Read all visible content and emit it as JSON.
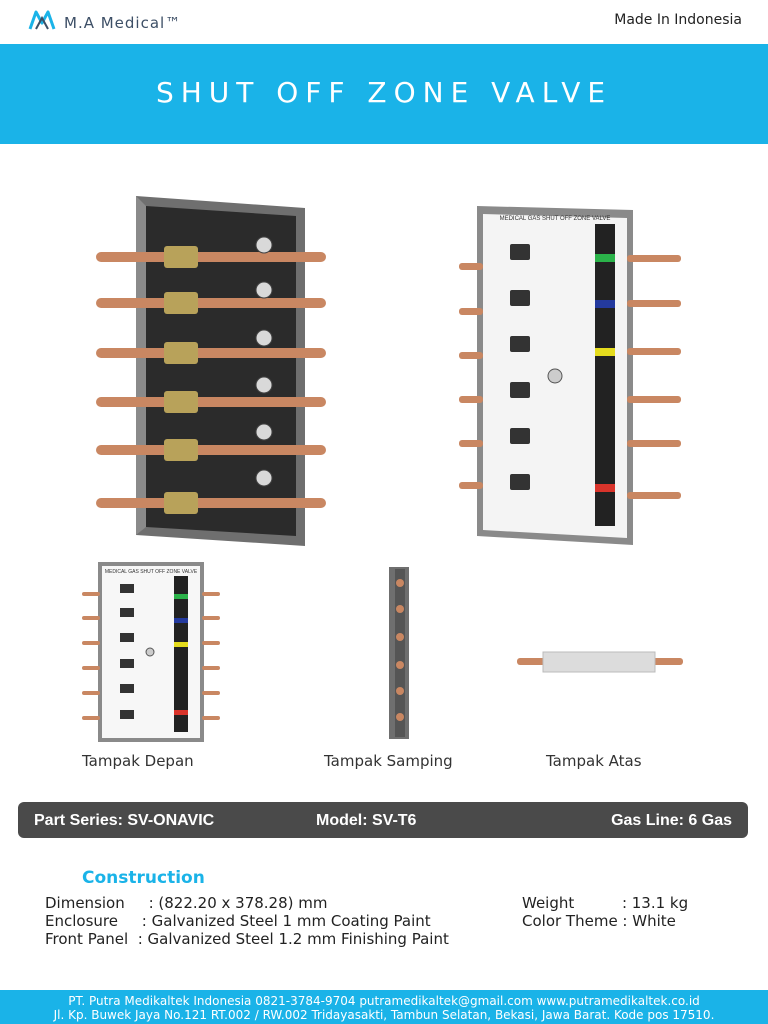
{
  "header": {
    "brand": "M.A Medical™",
    "made_in": "Made In Indonesia"
  },
  "banner": {
    "title": "SHUT OFF ZONE VALVE"
  },
  "product_images": {
    "front_panel_caption": "MEDICAL GAS SHUT OFF ZONE VALVE",
    "small_front_caption": "MEDICAL GAS SHUT OFF ZONE VALVE"
  },
  "views": {
    "front": "Tampak Depan",
    "side": "Tampak Samping",
    "top": "Tampak Atas"
  },
  "spec_bar": {
    "part_series": "Part Series: SV-ONAVIC",
    "model": "Model: SV-T6",
    "gas_line": "Gas Line: 6 Gas"
  },
  "construction": {
    "heading": "Construction",
    "dimension": "Dimension     : (822.20 x 378.28) mm",
    "enclosure": "Enclosure     : Galvanized Steel 1 mm Coating Paint",
    "front_panel": "Front Panel  : Galvanized Steel 1.2 mm Finishing Paint",
    "weight": "Weight          : 13.1 kg",
    "color_theme": "Color Theme : White"
  },
  "footer": {
    "line1": "PT. Putra Medikaltek Indonesia  0821-3784-9704  putramedikaltek@gmail.com  www.putramedikaltek.co.id",
    "line2": "Jl. Kp. Buwek Jaya No.121 RT.002 / RW.002 Tridayasakti, Tambun Selatan, Bekasi, Jawa Barat. Kode pos 17510."
  },
  "colors": {
    "accent": "#1ab3e8",
    "spec_bar": "#4a4a4a",
    "copper": "#c98762",
    "frame": "#6f6f6f"
  }
}
